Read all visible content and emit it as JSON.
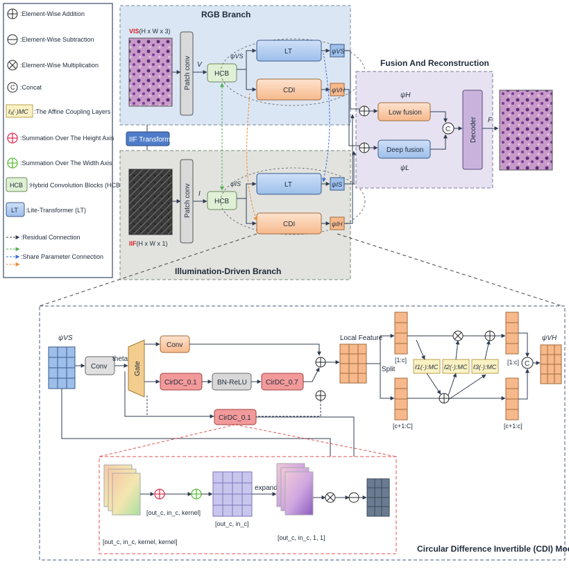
{
  "legend": {
    "items": [
      {
        "symbol": "⊕",
        "label": ":Element-Wise Addition"
      },
      {
        "symbol": "⊖",
        "label": ":Element-Wise Subtraction"
      },
      {
        "symbol": "⊗",
        "label": ":Element-Wise Multiplication"
      },
      {
        "symbol": "C",
        "label": ":Concat"
      },
      {
        "symbol": "ℓ₁(·)MC",
        "label": ":The Affine Coupling Layers"
      },
      {
        "symbol": "⊕",
        "label": ":Summation Over The Height Axis"
      },
      {
        "symbol": "⊕",
        "label": ":Summation Over The Width Axis"
      },
      {
        "symbol": "HCB",
        "label": ":Hybrid Convolution Blocks (HCB)"
      },
      {
        "symbol": "LT",
        "label": ":Lite-Transformer (LT)"
      },
      {
        "symbol": "",
        "label": ":Residual Connection"
      },
      {
        "symbol": "",
        "label": ":Share Parameter  Connection"
      }
    ]
  },
  "rgb_branch": {
    "title": "RGB Branch",
    "input_label_red": "VIS",
    "input_label_rest": "(H x W x 3)",
    "patch_conv": "Patch conv",
    "v": "V",
    "hcb": "HCB",
    "psi_s": "ψVS",
    "lt": "LT",
    "cdi": "CDI",
    "psi_out_s": "ψVS",
    "psi_out_h": "ψVH"
  },
  "iif_transform": "IIF Transform",
  "illum_branch": {
    "title": "Illumination-Driven Branch",
    "input_label_red": "IIF",
    "input_label_rest": "(H x W x 1)",
    "patch_conv": "Patch conv",
    "i": "I",
    "hcb": "HCB",
    "psi_s": "ψIS",
    "lt": "LT",
    "cdi": "CDI",
    "psi_out_s": "ψIS",
    "psi_out_h": "ψIH"
  },
  "fusion": {
    "title": "Fusion And Reconstruction",
    "psi_h": "ψH",
    "psi_l": "ψL",
    "low": "Low fusion",
    "deep": "Deep fusion",
    "concat": "C",
    "decoder": "Decoder",
    "f": "F"
  },
  "cdi_module": {
    "title": "Circular Difference Invertible (CDI) Module",
    "input_psi": "ψVS",
    "conv": "Conv",
    "theta": "theta",
    "gate": "Gate",
    "conv2": "Conv",
    "cirdc_01": "CirDC_0.1",
    "bn_relu": "BN-ReLU",
    "cirdc_07": "CirDC_0.7",
    "cirdc_01b": "CirDC_0.1",
    "local_feature": "Local Feature",
    "split": "Split",
    "top_label": "[1:c]",
    "bottom_label": "[c+1:C]",
    "l1": "ℓ1(·):MC",
    "l2": "ℓ2(·):MC",
    "l3": "ℓ3(·):MC",
    "right_top_label": "[1:c]",
    "right_bottom_label": "[c+1:c]",
    "concat": "C",
    "output_psi": "ψVH"
  },
  "cirdc_detail": {
    "shape1": "[out_c, in_c, kernel, kernel]",
    "shape2": "[out_c, in_c, kernel]",
    "shape3": "[out_c, in_c]",
    "expand": "expand",
    "shape4": "[out_c, in_c, 1, 1]"
  }
}
